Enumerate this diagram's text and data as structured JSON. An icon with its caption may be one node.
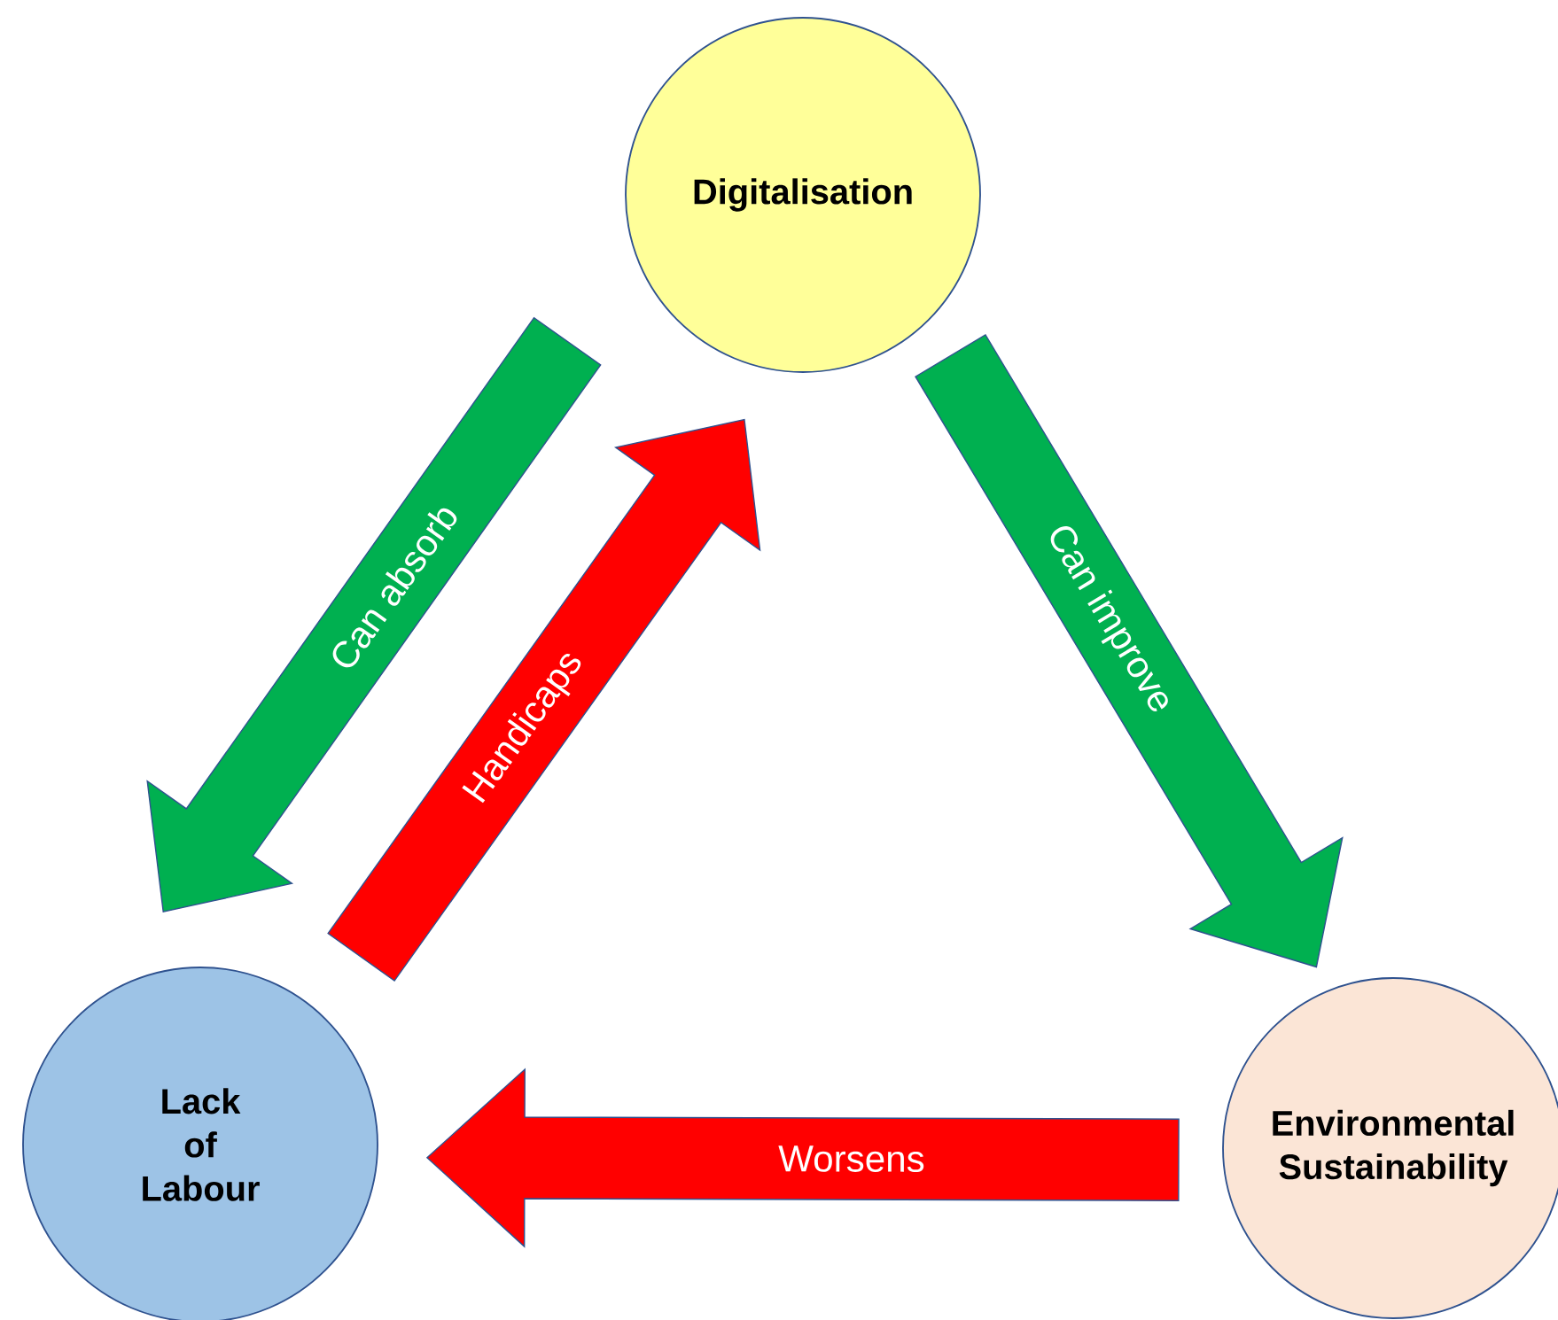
{
  "diagram": {
    "nodes": [
      {
        "text": [
          "Digitalisation"
        ]
      },
      {
        "text": [
          "Lack of Labour"
        ]
      },
      {
        "text": [
          "Environmental Sustainability"
        ]
      }
    ],
    "edges": [
      {
        "from": 0,
        "to": 1,
        "arrow": "to",
        "label": "Can absorb",
        "color": "#00b050"
      },
      {
        "from": 1,
        "to": 0,
        "arrow": "to",
        "label": "Handicaps",
        "color": "#ff0000"
      },
      {
        "from": 0,
        "to": 2,
        "arrow": "to",
        "label": "Can improve",
        "color": "#00b050"
      },
      {
        "from": 2,
        "to": 1,
        "arrow": "to",
        "label": "Worsens",
        "color": "#ff0000"
      }
    ]
  }
}
